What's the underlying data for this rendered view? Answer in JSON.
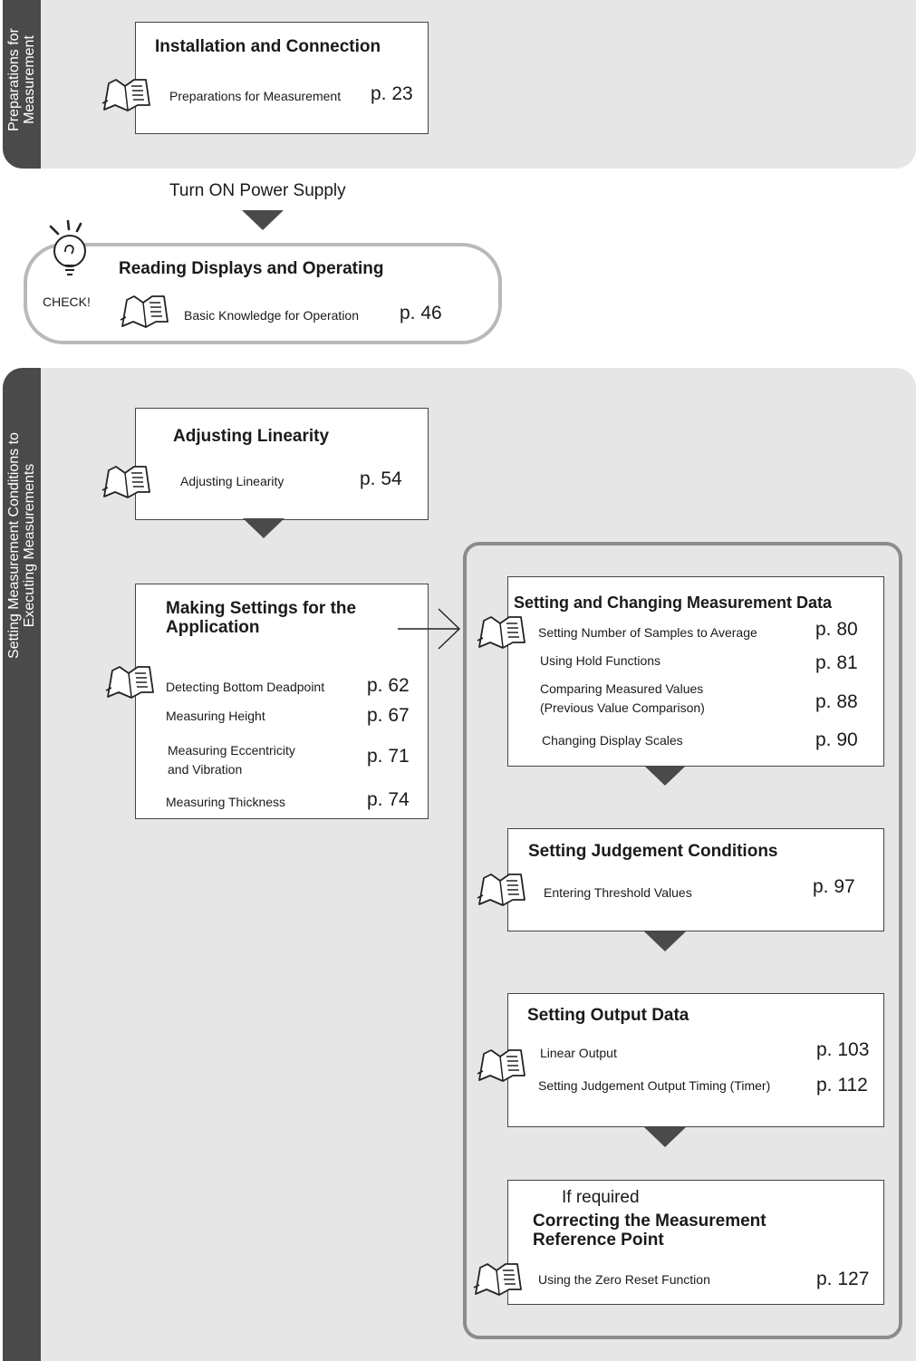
{
  "sections": {
    "preparations": {
      "label_line1": "Preparations for",
      "label_line2": "Measurement"
    },
    "setting": {
      "label_line1": "Setting Measurement Conditions to",
      "label_line2": "Executing Measurements"
    }
  },
  "installation": {
    "title": "Installation and Connection",
    "items": [
      {
        "label": "Preparations for Measurement",
        "page": "p. 23"
      }
    ]
  },
  "power_step": {
    "label": "Turn ON Power Supply"
  },
  "reading": {
    "check_label": "CHECK!",
    "title": "Reading Displays and Operating",
    "items": [
      {
        "label": "Basic Knowledge for Operation",
        "page": "p. 46"
      }
    ]
  },
  "linearity": {
    "title": "Adjusting Linearity",
    "items": [
      {
        "label": "Adjusting Linearity",
        "page": "p. 54"
      }
    ]
  },
  "application": {
    "title_line1": "Making Settings for the",
    "title_line2": "Application",
    "items": [
      {
        "label": "Detecting Bottom Deadpoint",
        "page": "p. 62"
      },
      {
        "label": "Measuring Height",
        "page": "p. 67"
      },
      {
        "label_line1": "Measuring Eccentricity",
        "label_line2": "and Vibration",
        "page": "p. 71"
      },
      {
        "label": "Measuring Thickness",
        "page": "p. 74"
      }
    ]
  },
  "measurement_data": {
    "title": "Setting and Changing Measurement Data",
    "items": [
      {
        "label": "Setting Number of Samples to Average",
        "page": "p. 80"
      },
      {
        "label": "Using Hold Functions",
        "page": "p. 81"
      },
      {
        "label_line1": "Comparing Measured Values",
        "label_line2": "(Previous Value Comparison)",
        "page": "p. 88"
      },
      {
        "label": "Changing Display Scales",
        "page": "p. 90"
      }
    ]
  },
  "judgement": {
    "title": "Setting Judgement Conditions",
    "items": [
      {
        "label": "Entering Threshold Values",
        "page": "p. 97"
      }
    ]
  },
  "output": {
    "title": "Setting Output Data",
    "items": [
      {
        "label": "Linear Output",
        "page": "p. 103"
      },
      {
        "label": "Setting Judgement Output Timing (Timer)",
        "page": "p. 112"
      }
    ]
  },
  "zero_reset": {
    "note": "If required",
    "title_line1": "Correcting the Measurement",
    "title_line2": "Reference Point",
    "items": [
      {
        "label": "Using the Zero Reset Function",
        "page": "p. 127"
      }
    ]
  },
  "colors": {
    "panel": "#e6e6e6",
    "tab": "#4a4a4a",
    "arrow": "#4a4a4a",
    "frame": "#8c8c8c"
  }
}
